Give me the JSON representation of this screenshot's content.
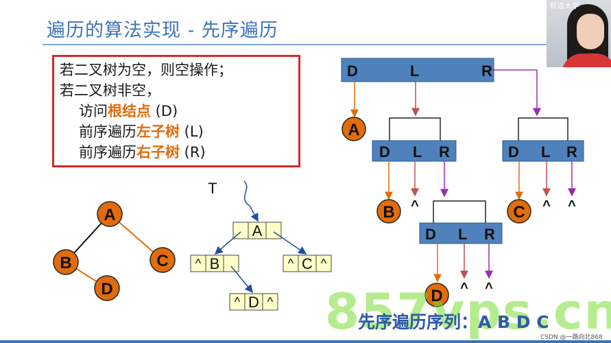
{
  "title": "遍历的算法实现 - 先序遍历",
  "webcam_text": "有道大学",
  "rules": {
    "line1": "若二叉树为空，则空操作；",
    "line2": "若二叉树非空，",
    "line3_a": "访问",
    "line3_b": "根结点",
    "line3_c": " (D)",
    "line4_a": "前序遍历",
    "line4_b": "左子树",
    "line4_c": " (L)",
    "line5_a": "前序遍历",
    "line5_b": "右子树",
    "line5_c": " (R)"
  },
  "tree": {
    "a": "A",
    "b": "B",
    "c": "C",
    "d": "D"
  },
  "linked": {
    "root_label": "T",
    "a": "A",
    "b_left": "^",
    "b": "B",
    "c_left": "^",
    "c": "C",
    "c_right": "^",
    "d_left": "^",
    "d": "D",
    "d_right": "^"
  },
  "dlr": {
    "d": "D",
    "l": "L",
    "r": "R"
  },
  "visit": {
    "a": "A",
    "b": "B",
    "c": "C",
    "d": "D"
  },
  "null_mark": "^",
  "sequence": "先序遍历序列：A B D C",
  "watermark": "857vps.cn",
  "credit": "CSDN @一路向北868",
  "colors": {
    "node_fill": "#e36c0a",
    "bar_fill": "#4f81bd",
    "title": "#3b73b9",
    "rule_border": "#d42a2a",
    "purple": "#9a2ab0"
  }
}
